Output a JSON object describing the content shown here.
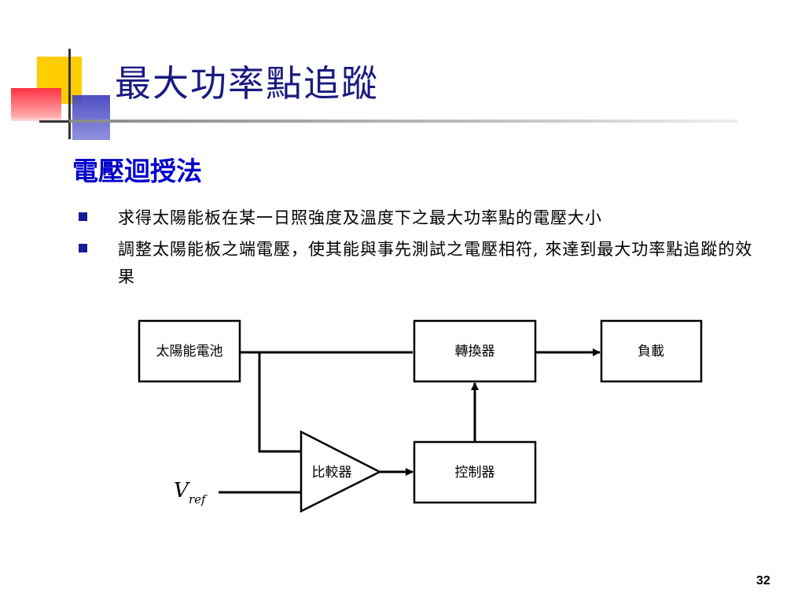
{
  "slide": {
    "title": "最大功率點追蹤",
    "subtitle": "電壓迴授法",
    "bullets": [
      "求得太陽能板在某一日照強度及溫度下之最大功率點的電壓大小",
      "調整太陽能板之端電壓，使其能與事先測試之電壓相符, 來達到最大功率點追蹤的效果"
    ],
    "page_number": "32"
  },
  "diagram": {
    "nodes": {
      "solar_cell": "太陽能電池",
      "converter": "轉換器",
      "load": "負載",
      "controller": "控制器",
      "comparator": "比較器"
    },
    "vref_main": "V",
    "vref_sub": "ref"
  },
  "colors": {
    "title": "#1a1a80",
    "subtitle": "#0000cc",
    "bullet_marker": "#1a1a99"
  }
}
